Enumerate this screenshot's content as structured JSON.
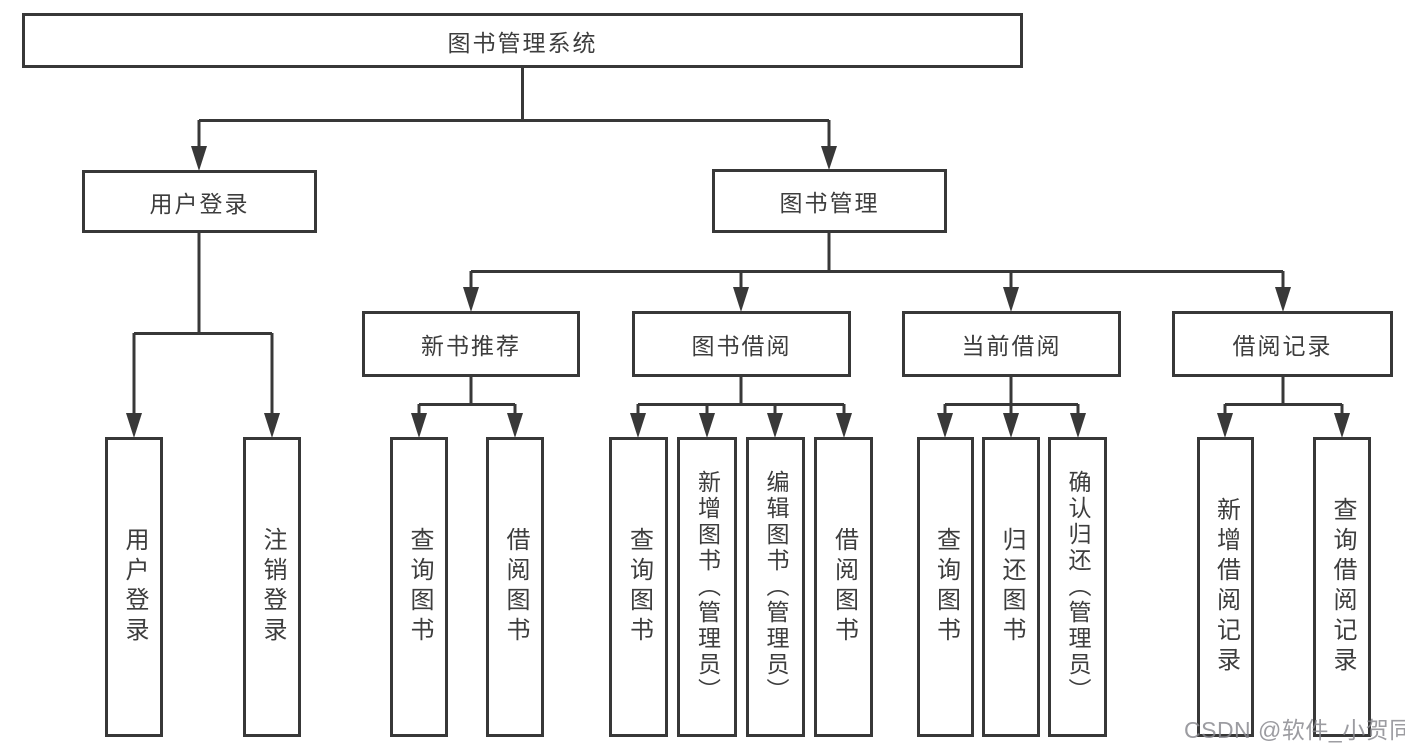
{
  "tree": {
    "label": "图书管理系统",
    "children": [
      {
        "label": "用户登录",
        "children": [
          {
            "label": "用户登录"
          },
          {
            "label": "注销登录"
          }
        ]
      },
      {
        "label": "图书管理",
        "children": [
          {
            "label": "新书推荐",
            "children": [
              {
                "label": "查询图书"
              },
              {
                "label": "借阅图书"
              }
            ]
          },
          {
            "label": "图书借阅",
            "children": [
              {
                "label": "查询图书"
              },
              {
                "label": "新增图书（管理员）"
              },
              {
                "label": "编辑图书（管理员）"
              },
              {
                "label": "借阅图书"
              }
            ]
          },
          {
            "label": "当前借阅",
            "children": [
              {
                "label": "查询图书"
              },
              {
                "label": "归还图书"
              },
              {
                "label": "确认归还（管理员）"
              }
            ]
          },
          {
            "label": "借阅记录",
            "children": [
              {
                "label": "新增借阅记录"
              },
              {
                "label": "查询借阅记录"
              }
            ]
          }
        ]
      }
    ]
  },
  "watermark": {
    "text": "CSDN @软件_小贺同学"
  },
  "colors": {
    "line": "#383838",
    "box_border": "#383838",
    "box_fill": "#ffffff",
    "text": "#3d3d3d",
    "watermark": "#86868c"
  }
}
